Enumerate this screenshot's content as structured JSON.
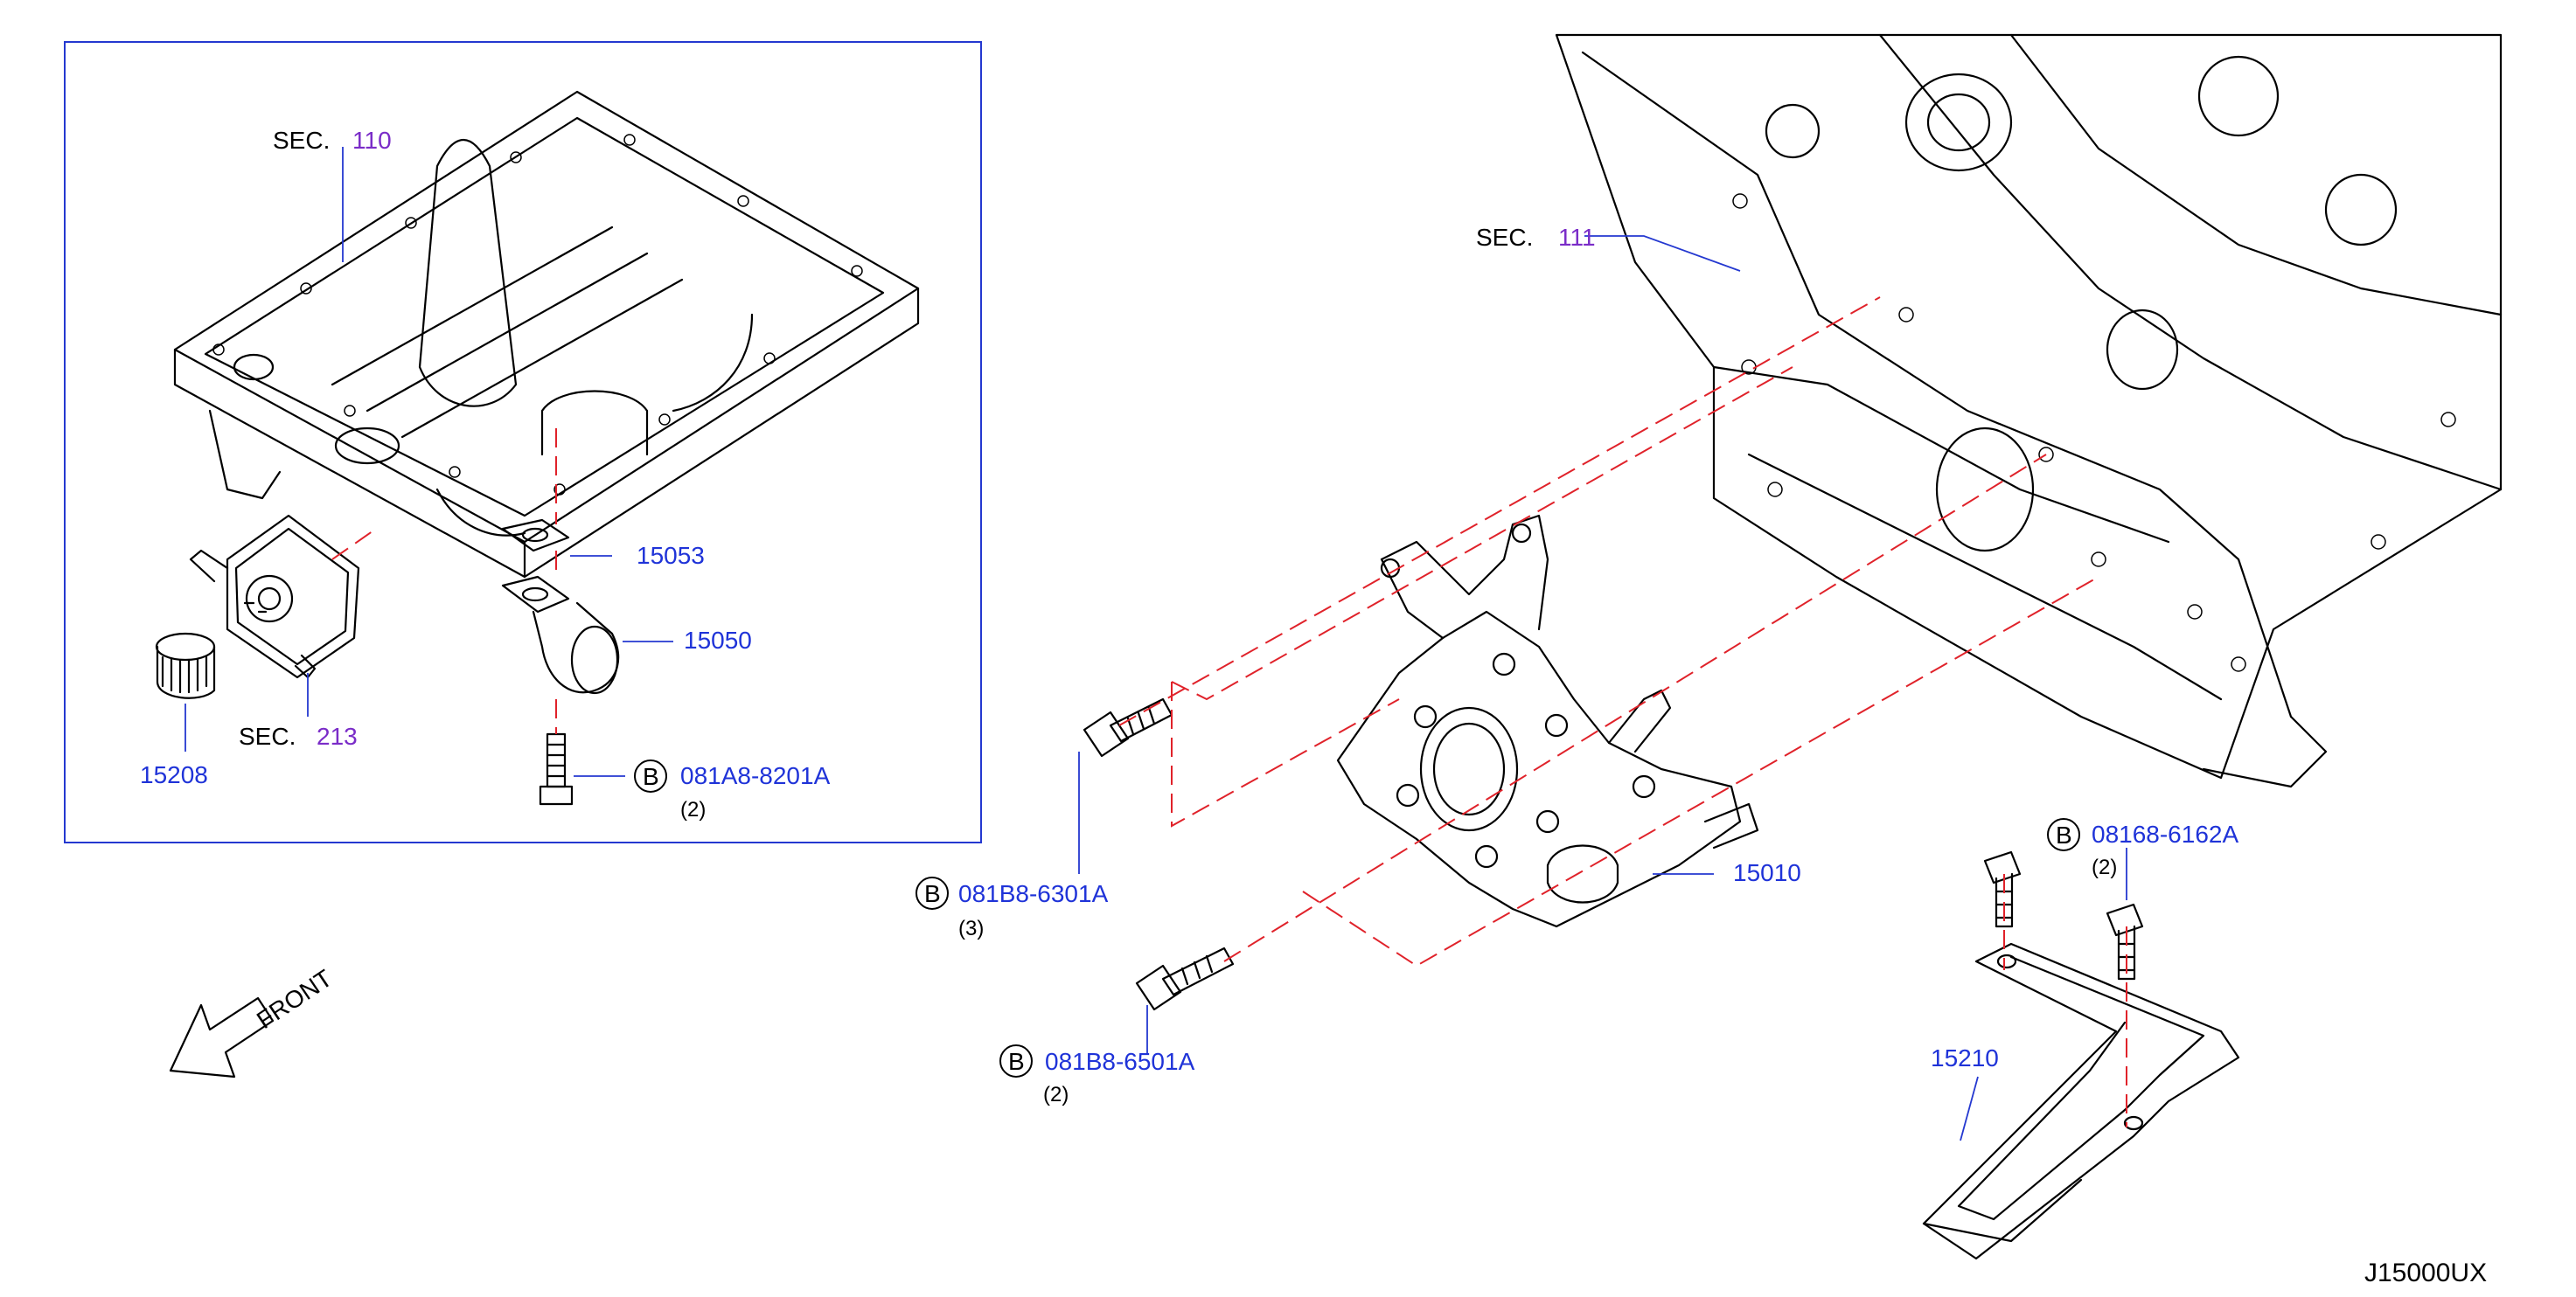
{
  "colors": {
    "background": "#ffffff",
    "line_art": "#000000",
    "part_number": "#1f33d8",
    "section_number": "#7a2cc8",
    "inset_frame": "#2438d0",
    "dashed_guides": "#e0222a"
  },
  "inset": {
    "sec_label": "SEC.",
    "sec_number": "110",
    "sec213_label": "SEC.",
    "sec213_number": "213",
    "parts": {
      "gasket": "15053",
      "strainer": "15050",
      "oil_filter": "15208",
      "bolt_prefix": "B",
      "bolt_number": "081A8-8201A",
      "bolt_qty": "(2)"
    }
  },
  "main": {
    "sec_label": "SEC.",
    "sec_number": "111",
    "oil_pump": "15010",
    "bolt1": {
      "prefix": "B",
      "number": "081B8-6301A",
      "qty": "(3)"
    },
    "bolt2": {
      "prefix": "B",
      "number": "081B8-6501A",
      "qty": "(2)"
    },
    "bolt3": {
      "prefix": "B",
      "number": "08168-6162A",
      "qty": "(2)"
    },
    "baffle": "15210",
    "front_label": "FRONT",
    "diagram_code": "J15000UX"
  }
}
